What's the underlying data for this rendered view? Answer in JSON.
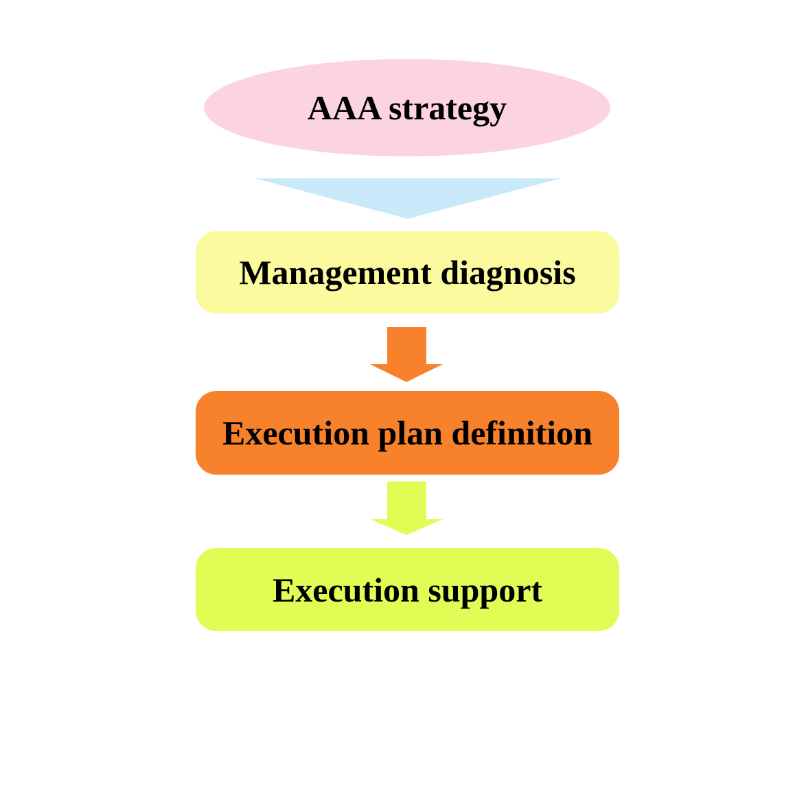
{
  "page": {
    "background": "#FFFFFF",
    "text_color": "#000000"
  },
  "nodes": {
    "strategy": {
      "label": "AAA strategy",
      "shape": "ellipse",
      "fill": "#FCD3E3"
    },
    "diagnosis": {
      "label": "Management diagnosis",
      "shape": "rounded-rect",
      "fill": "#FBFA9E"
    },
    "plan": {
      "label": "Execution plan definition",
      "shape": "rounded-rect",
      "fill": "#F8822C"
    },
    "support": {
      "label": "Execution support",
      "shape": "rounded-rect",
      "fill": "#E0FC55"
    }
  },
  "connectors": {
    "strategy_to_diagnosis": {
      "shape": "triangle-down",
      "fill": "#C9E9FB"
    },
    "diagnosis_to_plan": {
      "shape": "block-arrow-down",
      "fill": "#F8822C"
    },
    "plan_to_support": {
      "shape": "block-arrow-down",
      "fill": "#E0FC55"
    }
  }
}
